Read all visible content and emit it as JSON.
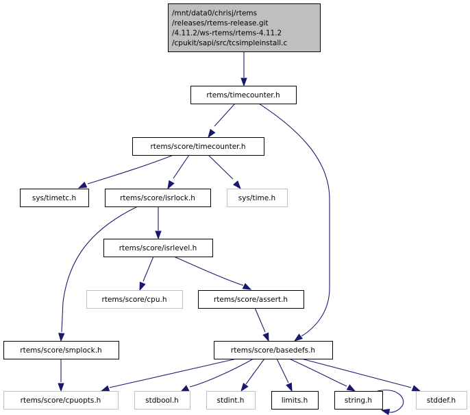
{
  "graph": {
    "title": "Include dependency graph",
    "colors": {
      "edge": "#191970",
      "root_fill": "#bfbfbf",
      "root_stroke": "#000000",
      "documented_stroke": "#000000",
      "undocumented_stroke": "#bfbfbf",
      "text": "#000000"
    },
    "nodes": [
      {
        "id": "root",
        "lines": [
          "/mnt/data0/chrisj/rtems",
          "/releases/rtems-release.git",
          "/4.11.2/ws-rtems/rtems-4.11.2",
          "/cpukit/sapi/src/tcsimpleinstall.c"
        ],
        "kind": "root"
      },
      {
        "id": "rtems_timecounter",
        "lines": [
          "rtems/timecounter.h"
        ],
        "kind": "documented"
      },
      {
        "id": "score_timecounter",
        "lines": [
          "rtems/score/timecounter.h"
        ],
        "kind": "documented"
      },
      {
        "id": "sys_timetc",
        "lines": [
          "sys/timetc.h"
        ],
        "kind": "documented"
      },
      {
        "id": "isrlock",
        "lines": [
          "rtems/score/isrlock.h"
        ],
        "kind": "documented"
      },
      {
        "id": "sys_time",
        "lines": [
          "sys/time.h"
        ],
        "kind": "external"
      },
      {
        "id": "isrlevel",
        "lines": [
          "rtems/score/isrlevel.h"
        ],
        "kind": "documented"
      },
      {
        "id": "cpu",
        "lines": [
          "rtems/score/cpu.h"
        ],
        "kind": "external"
      },
      {
        "id": "assert",
        "lines": [
          "rtems/score/assert.h"
        ],
        "kind": "documented"
      },
      {
        "id": "smplock",
        "lines": [
          "rtems/score/smplock.h"
        ],
        "kind": "documented"
      },
      {
        "id": "basedefs",
        "lines": [
          "rtems/score/basedefs.h"
        ],
        "kind": "documented"
      },
      {
        "id": "cpuopts",
        "lines": [
          "rtems/score/cpuopts.h"
        ],
        "kind": "external"
      },
      {
        "id": "stdbool",
        "lines": [
          "stdbool.h"
        ],
        "kind": "external"
      },
      {
        "id": "stdint",
        "lines": [
          "stdint.h"
        ],
        "kind": "external"
      },
      {
        "id": "limits",
        "lines": [
          "limits.h"
        ],
        "kind": "documented"
      },
      {
        "id": "string",
        "lines": [
          "string.h"
        ],
        "kind": "documented"
      },
      {
        "id": "stddef",
        "lines": [
          "stddef.h"
        ],
        "kind": "external"
      }
    ],
    "edges": [
      {
        "from": "root",
        "to": "rtems_timecounter"
      },
      {
        "from": "rtems_timecounter",
        "to": "score_timecounter"
      },
      {
        "from": "rtems_timecounter",
        "to": "basedefs"
      },
      {
        "from": "score_timecounter",
        "to": "sys_timetc"
      },
      {
        "from": "score_timecounter",
        "to": "isrlock"
      },
      {
        "from": "score_timecounter",
        "to": "sys_time"
      },
      {
        "from": "isrlock",
        "to": "isrlevel"
      },
      {
        "from": "isrlock",
        "to": "smplock"
      },
      {
        "from": "isrlevel",
        "to": "cpu"
      },
      {
        "from": "isrlevel",
        "to": "assert"
      },
      {
        "from": "assert",
        "to": "basedefs"
      },
      {
        "from": "smplock",
        "to": "cpuopts"
      },
      {
        "from": "basedefs",
        "to": "cpuopts"
      },
      {
        "from": "basedefs",
        "to": "stdbool"
      },
      {
        "from": "basedefs",
        "to": "stdint"
      },
      {
        "from": "basedefs",
        "to": "limits"
      },
      {
        "from": "basedefs",
        "to": "string"
      },
      {
        "from": "basedefs",
        "to": "stddef"
      },
      {
        "from": "string",
        "to": "string"
      }
    ]
  }
}
